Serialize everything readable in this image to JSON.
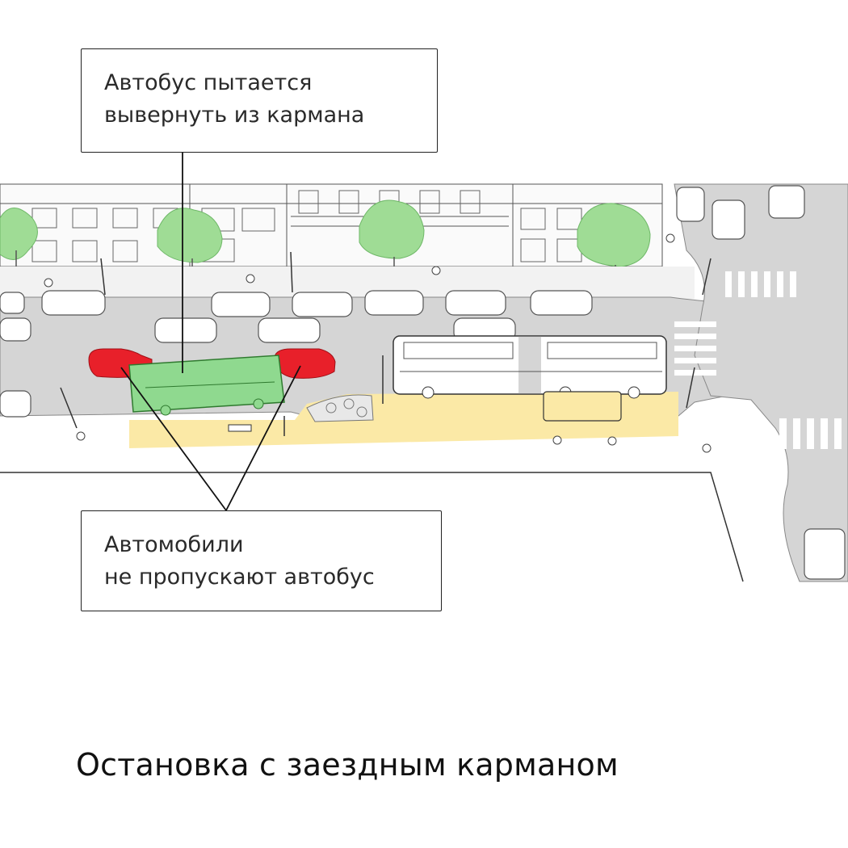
{
  "callouts": {
    "top": "Автобус пытается\nвывернуть из кармана",
    "bottom": "Автомобили\nне пропускают автобус"
  },
  "caption": "Остановка с заездным карманом",
  "colors": {
    "bus_highlight": "#8fd98f",
    "blocking_cars": "#e8202a",
    "stop_platform": "#fbe9a6",
    "trees": "#9fdc95",
    "road": "#d5d5d5"
  },
  "icons": {
    "bus_in_bay": "green-bus-icon",
    "blocking_cars": "red-car-icon",
    "articulated_bus": "articulated-bus-icon",
    "tram": "tram-icon"
  }
}
